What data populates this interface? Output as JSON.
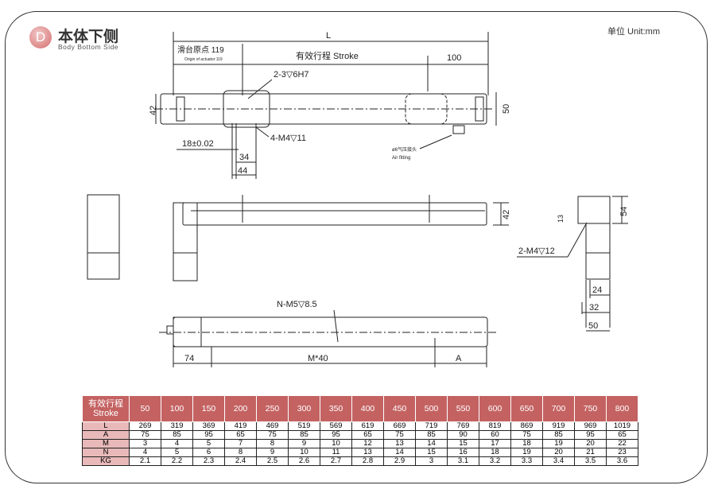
{
  "header": {
    "badge": "D",
    "title": "本体下侧",
    "subtitle": "Body Bottom Side",
    "unit": "单位 Unit:mm"
  },
  "drawing": {
    "top_view": {
      "L": "L",
      "origin_cn": "滑台原点 119",
      "origin_en": "Origin of actuator:119",
      "stroke": "有效行程 Stroke",
      "d100": "100",
      "pin_hole": "2-3▽6H7",
      "h42": "42",
      "h50": "50",
      "tol": "18±0.02",
      "tap": "4-M4▽11",
      "d34": "34",
      "d44": "44",
      "air_cn": "ø6气压接头",
      "air_en": "Air fitting"
    },
    "side_view": {
      "h42": "42"
    },
    "end_view": {
      "d13": "13",
      "d54": "54",
      "tap": "2-M4▽12",
      "d24": "24",
      "d32": "32",
      "d50": "50"
    },
    "bottom_view": {
      "holes": "N-M5▽8.5",
      "d74": "74",
      "pitch": "M*40",
      "A": "A"
    }
  },
  "table": {
    "header_cn": "有效行程",
    "header_en": "Stroke",
    "strokes": [
      "50",
      "100",
      "150",
      "200",
      "250",
      "300",
      "350",
      "400",
      "450",
      "500",
      "550",
      "600",
      "650",
      "700",
      "750",
      "800"
    ],
    "rows": [
      {
        "label": "L",
        "values": [
          "269",
          "319",
          "369",
          "419",
          "469",
          "519",
          "569",
          "619",
          "669",
          "719",
          "769",
          "819",
          "869",
          "919",
          "969",
          "1019"
        ]
      },
      {
        "label": "A",
        "values": [
          "75",
          "85",
          "95",
          "65",
          "75",
          "85",
          "95",
          "65",
          "75",
          "85",
          "90",
          "60",
          "75",
          "85",
          "95",
          "65"
        ]
      },
      {
        "label": "M",
        "values": [
          "3",
          "4",
          "5",
          "7",
          "8",
          "9",
          "10",
          "12",
          "13",
          "14",
          "15",
          "17",
          "18",
          "19",
          "20",
          "22"
        ]
      },
      {
        "label": "N",
        "values": [
          "4",
          "5",
          "6",
          "8",
          "9",
          "10",
          "11",
          "13",
          "14",
          "15",
          "16",
          "18",
          "19",
          "20",
          "21",
          "23"
        ]
      },
      {
        "label": "KG",
        "values": [
          "2.1",
          "2.2",
          "2.3",
          "2.4",
          "2.5",
          "2.6",
          "2.7",
          "2.8",
          "2.9",
          "3",
          "3.1",
          "3.2",
          "3.3",
          "3.4",
          "3.5",
          "3.6"
        ]
      }
    ]
  },
  "colors": {
    "header_bg": "#c46262",
    "label_bg": "#e9b9b9"
  }
}
